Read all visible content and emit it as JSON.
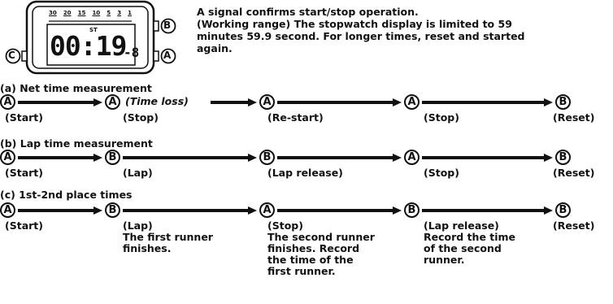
{
  "watch": {
    "scale": [
      "30",
      "20",
      "15",
      "10",
      "5",
      "3",
      "1"
    ],
    "st": "ST",
    "display": "00:19",
    "tenths": "8",
    "buttons": {
      "left": "C",
      "top_right": "B",
      "bottom_right": "A"
    }
  },
  "intro": [
    "A signal confirms start/stop operation.",
    "(Working range) The stopwatch display is limited to 59",
    "minutes 59.9 second. For longer times, reset and started",
    "again."
  ],
  "sections": [
    {
      "heading": "(a)  Net time measurement",
      "steps": [
        {
          "button": "A",
          "label": "(Start)"
        },
        {
          "button": "A",
          "label": "(Stop)",
          "note": "(Time loss)"
        },
        {
          "button": "A",
          "label": "(Re-start)"
        },
        {
          "button": "A",
          "label": "(Stop)"
        },
        {
          "button": "B",
          "label": "(Reset)"
        }
      ]
    },
    {
      "heading": "(b)  Lap time measurement",
      "steps": [
        {
          "button": "A",
          "label": "(Start)"
        },
        {
          "button": "B",
          "label": "(Lap)"
        },
        {
          "button": "B",
          "label": "(Lap release)"
        },
        {
          "button": "A",
          "label": "(Stop)"
        },
        {
          "button": "B",
          "label": "(Reset)"
        }
      ]
    },
    {
      "heading": "(c)  1st-2nd place times",
      "steps": [
        {
          "button": "A",
          "label": "(Start)"
        },
        {
          "button": "B",
          "label": "(Lap)",
          "desc": "The first runner finishes."
        },
        {
          "button": "A",
          "label": "(Stop)",
          "desc": "The second runner finishes. Record the time of the first runner."
        },
        {
          "button": "B",
          "label": "(Lap release)",
          "desc": "Record the time of the second runner."
        },
        {
          "button": "B",
          "label": "(Reset)"
        }
      ]
    }
  ]
}
